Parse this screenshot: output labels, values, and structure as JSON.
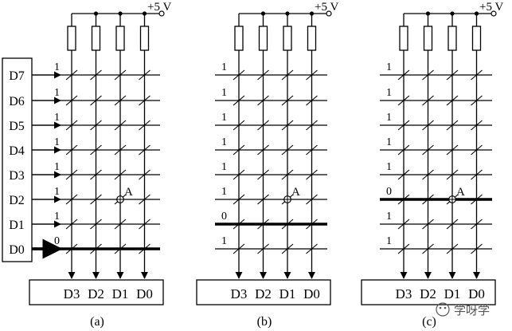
{
  "supply_label": "+5 V",
  "input_labels": [
    "D7",
    "D6",
    "D5",
    "D4",
    "D3",
    "D2",
    "D1",
    "D0"
  ],
  "output_labels": [
    "D3",
    "D2",
    "D1",
    "D0"
  ],
  "node_label": "A",
  "panels": [
    {
      "caption": "(a)",
      "row_values": [
        "1",
        "1",
        "1",
        "1",
        "1",
        "1",
        "1",
        "0"
      ],
      "selected_row": 7
    },
    {
      "caption": "(b)",
      "row_values": [
        "1",
        "1",
        "1",
        "1",
        "1",
        "1",
        "0",
        "1"
      ],
      "selected_row": 6
    },
    {
      "caption": "(c)",
      "row_values": [
        "1",
        "1",
        "1",
        "1",
        "1",
        "0",
        "1",
        "1"
      ],
      "selected_row": 5
    }
  ],
  "watermark": "学呀学",
  "colors": {
    "stroke": "#000000",
    "watermark": "#555555"
  }
}
